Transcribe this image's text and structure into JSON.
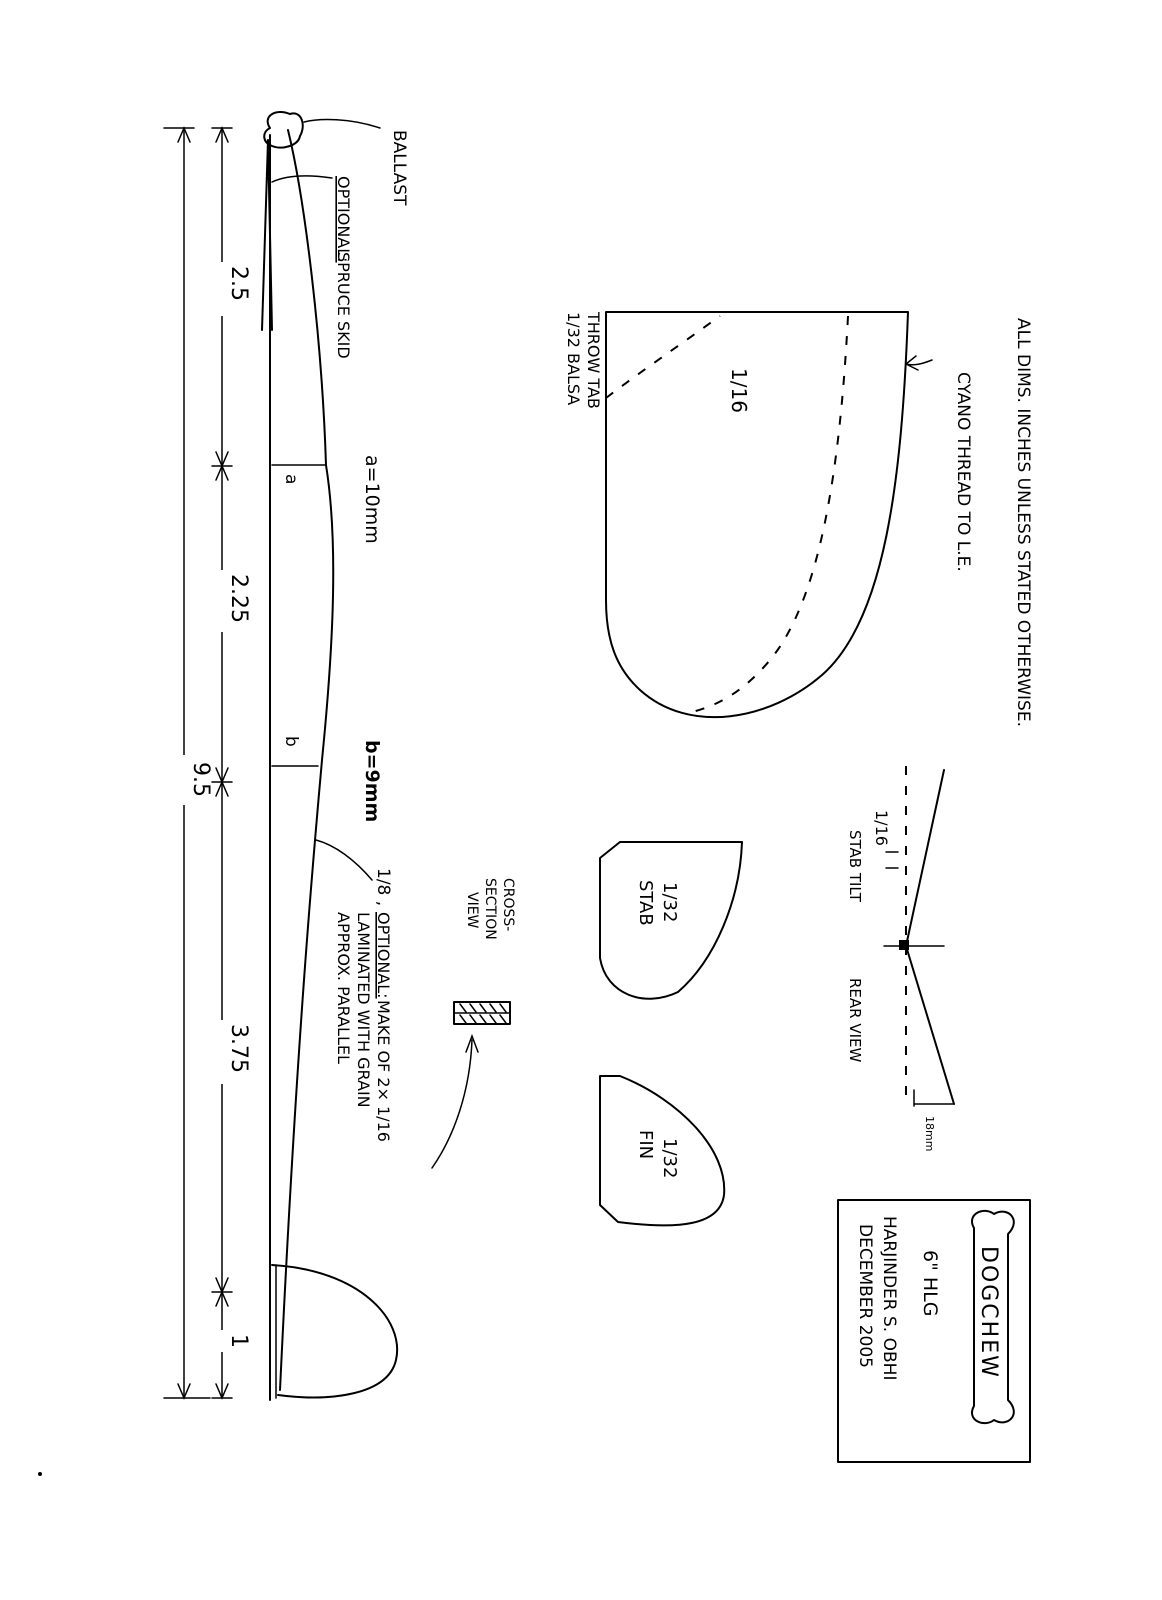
{
  "general_note": "ALL DIMS. INCHES UNLESS STATED OTHERWISE.",
  "fuselage": {
    "ballast_label": "BALLAST",
    "skid_optional": "OPTIONAL:",
    "skid_label": "SPRUCE SKID",
    "dim_a_marker": "a",
    "dim_b_marker": "b",
    "dim_a_value": "a=10mm",
    "dim_b_value": "b=9mm",
    "segments": [
      "2.5",
      "2.25",
      "3.75",
      "1"
    ],
    "overall_length": "9.5",
    "boom_thickness": "1/8 ,",
    "boom_optional": "OPTIONAL:",
    "boom_note_1": "MAKE OF 2× 1/16",
    "boom_note_2": "LAMINATED WITH GRAIN",
    "boom_note_3": "APPROX. PARALLEL",
    "cross_section_1": "CROSS-",
    "cross_section_2": "SECTION",
    "cross_section_3": "VIEW"
  },
  "wing": {
    "thickness": "1/16",
    "throw_tab_1": "THROW TAB",
    "throw_tab_2": "1/32 BALSA",
    "cyano_note": "CYANO THREAD TO L.E."
  },
  "stab": {
    "thickness": "1/32",
    "label": "STAB"
  },
  "fin": {
    "thickness": "1/32",
    "label": "FIN"
  },
  "rear_view": {
    "stab_tilt_value": "1/16",
    "stab_tilt_label": "STAB TILT",
    "dihedral": "18mm",
    "label": "REAR VIEW"
  },
  "title_block": {
    "name": "DOGCHEW",
    "model": "6\" HLG",
    "author": "HARJINDER S. OBHI",
    "date": "DECEMBER 2005"
  }
}
